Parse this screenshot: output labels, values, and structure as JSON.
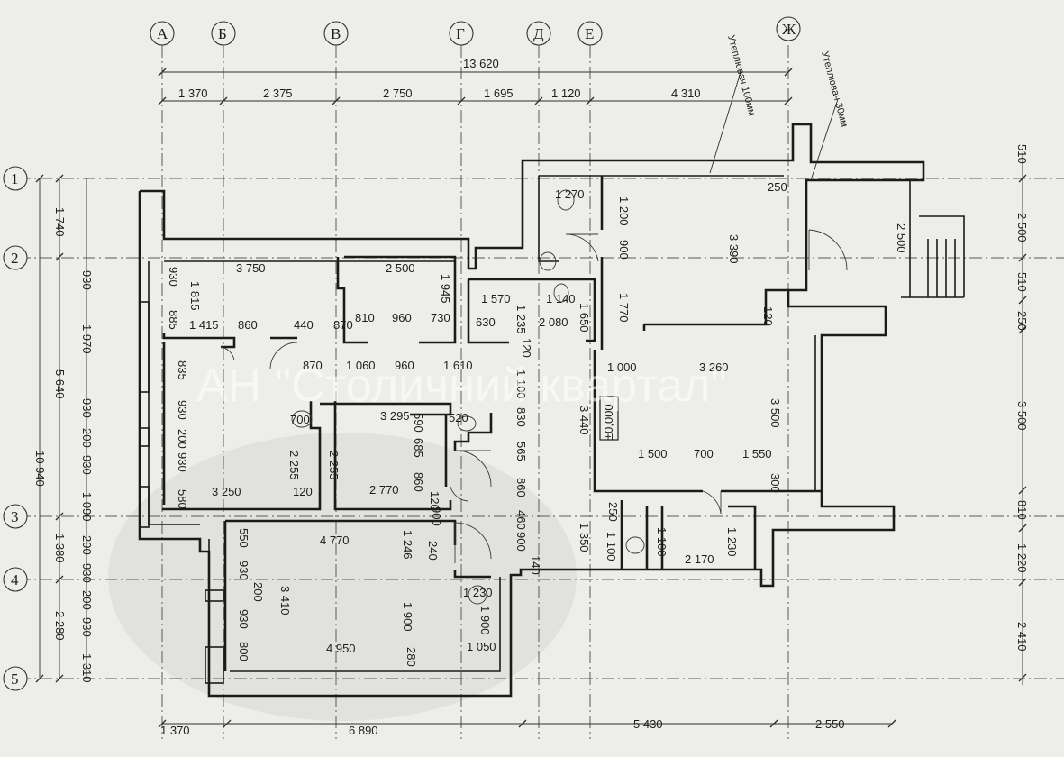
{
  "watermark": "АН \"Столичний квартал\"",
  "axes_letters": [
    "А",
    "Б",
    "В",
    "Г",
    "Д",
    "Е",
    "Ж"
  ],
  "axes_numbers": [
    "1",
    "2",
    "3",
    "4",
    "5"
  ],
  "insulation_labels": [
    "Утеплювач 100мм",
    "Утеплювач 30мм"
  ],
  "elevation_mark": "±0,000",
  "top_overall": "13 620",
  "top_segments": [
    "1 370",
    "2 375",
    "2 750",
    "1 695",
    "1 120",
    "4 310"
  ],
  "bottom_segments": [
    "1 370",
    "6 890",
    "5 430",
    "2 550"
  ],
  "left_overall": "10 940",
  "left_seg_a": [
    "1 740",
    "5 640",
    "1 380",
    "2 280"
  ],
  "left_seg_b": [
    "930",
    "1 970",
    "930",
    "200",
    "930",
    "1 090",
    "290",
    "930",
    "200",
    "930",
    "1 310"
  ],
  "right_segments": [
    "510",
    "2 500",
    "510",
    "250",
    "3 500",
    "810",
    "1 220",
    "2 410"
  ],
  "interior": [
    "1 270",
    "250",
    "1 200",
    "900",
    "3 390",
    "2 500",
    "1 770",
    "120",
    "3 750",
    "2 500",
    "930",
    "1 815",
    "1 945",
    "885",
    "1 415",
    "860",
    "440",
    "870",
    "810",
    "960",
    "730",
    "1 570",
    "1 140",
    "630",
    "1 235",
    "2 080",
    "1 650",
    "120",
    "835",
    "870",
    "1 060",
    "960",
    "1 610",
    "1 100",
    "1 000",
    "3 260",
    "930",
    "700",
    "3 295",
    "590",
    "520",
    "830",
    "3 440",
    "3 500",
    "200",
    "685",
    "565",
    "930",
    "2 255",
    "2 255",
    "860",
    "1 500",
    "700",
    "1 550",
    "580",
    "3 250",
    "120",
    "2 770",
    "120",
    "900",
    "860",
    "300",
    "550",
    "4 770",
    "460",
    "1 350",
    "250",
    "1 100",
    "1 230",
    "930",
    "1 246",
    "240",
    "900",
    "1 100",
    "2 170",
    "3 410",
    "140",
    "200",
    "1 230",
    "930",
    "1 900",
    "1 900",
    "800",
    "4 950",
    "280",
    "1 050"
  ]
}
